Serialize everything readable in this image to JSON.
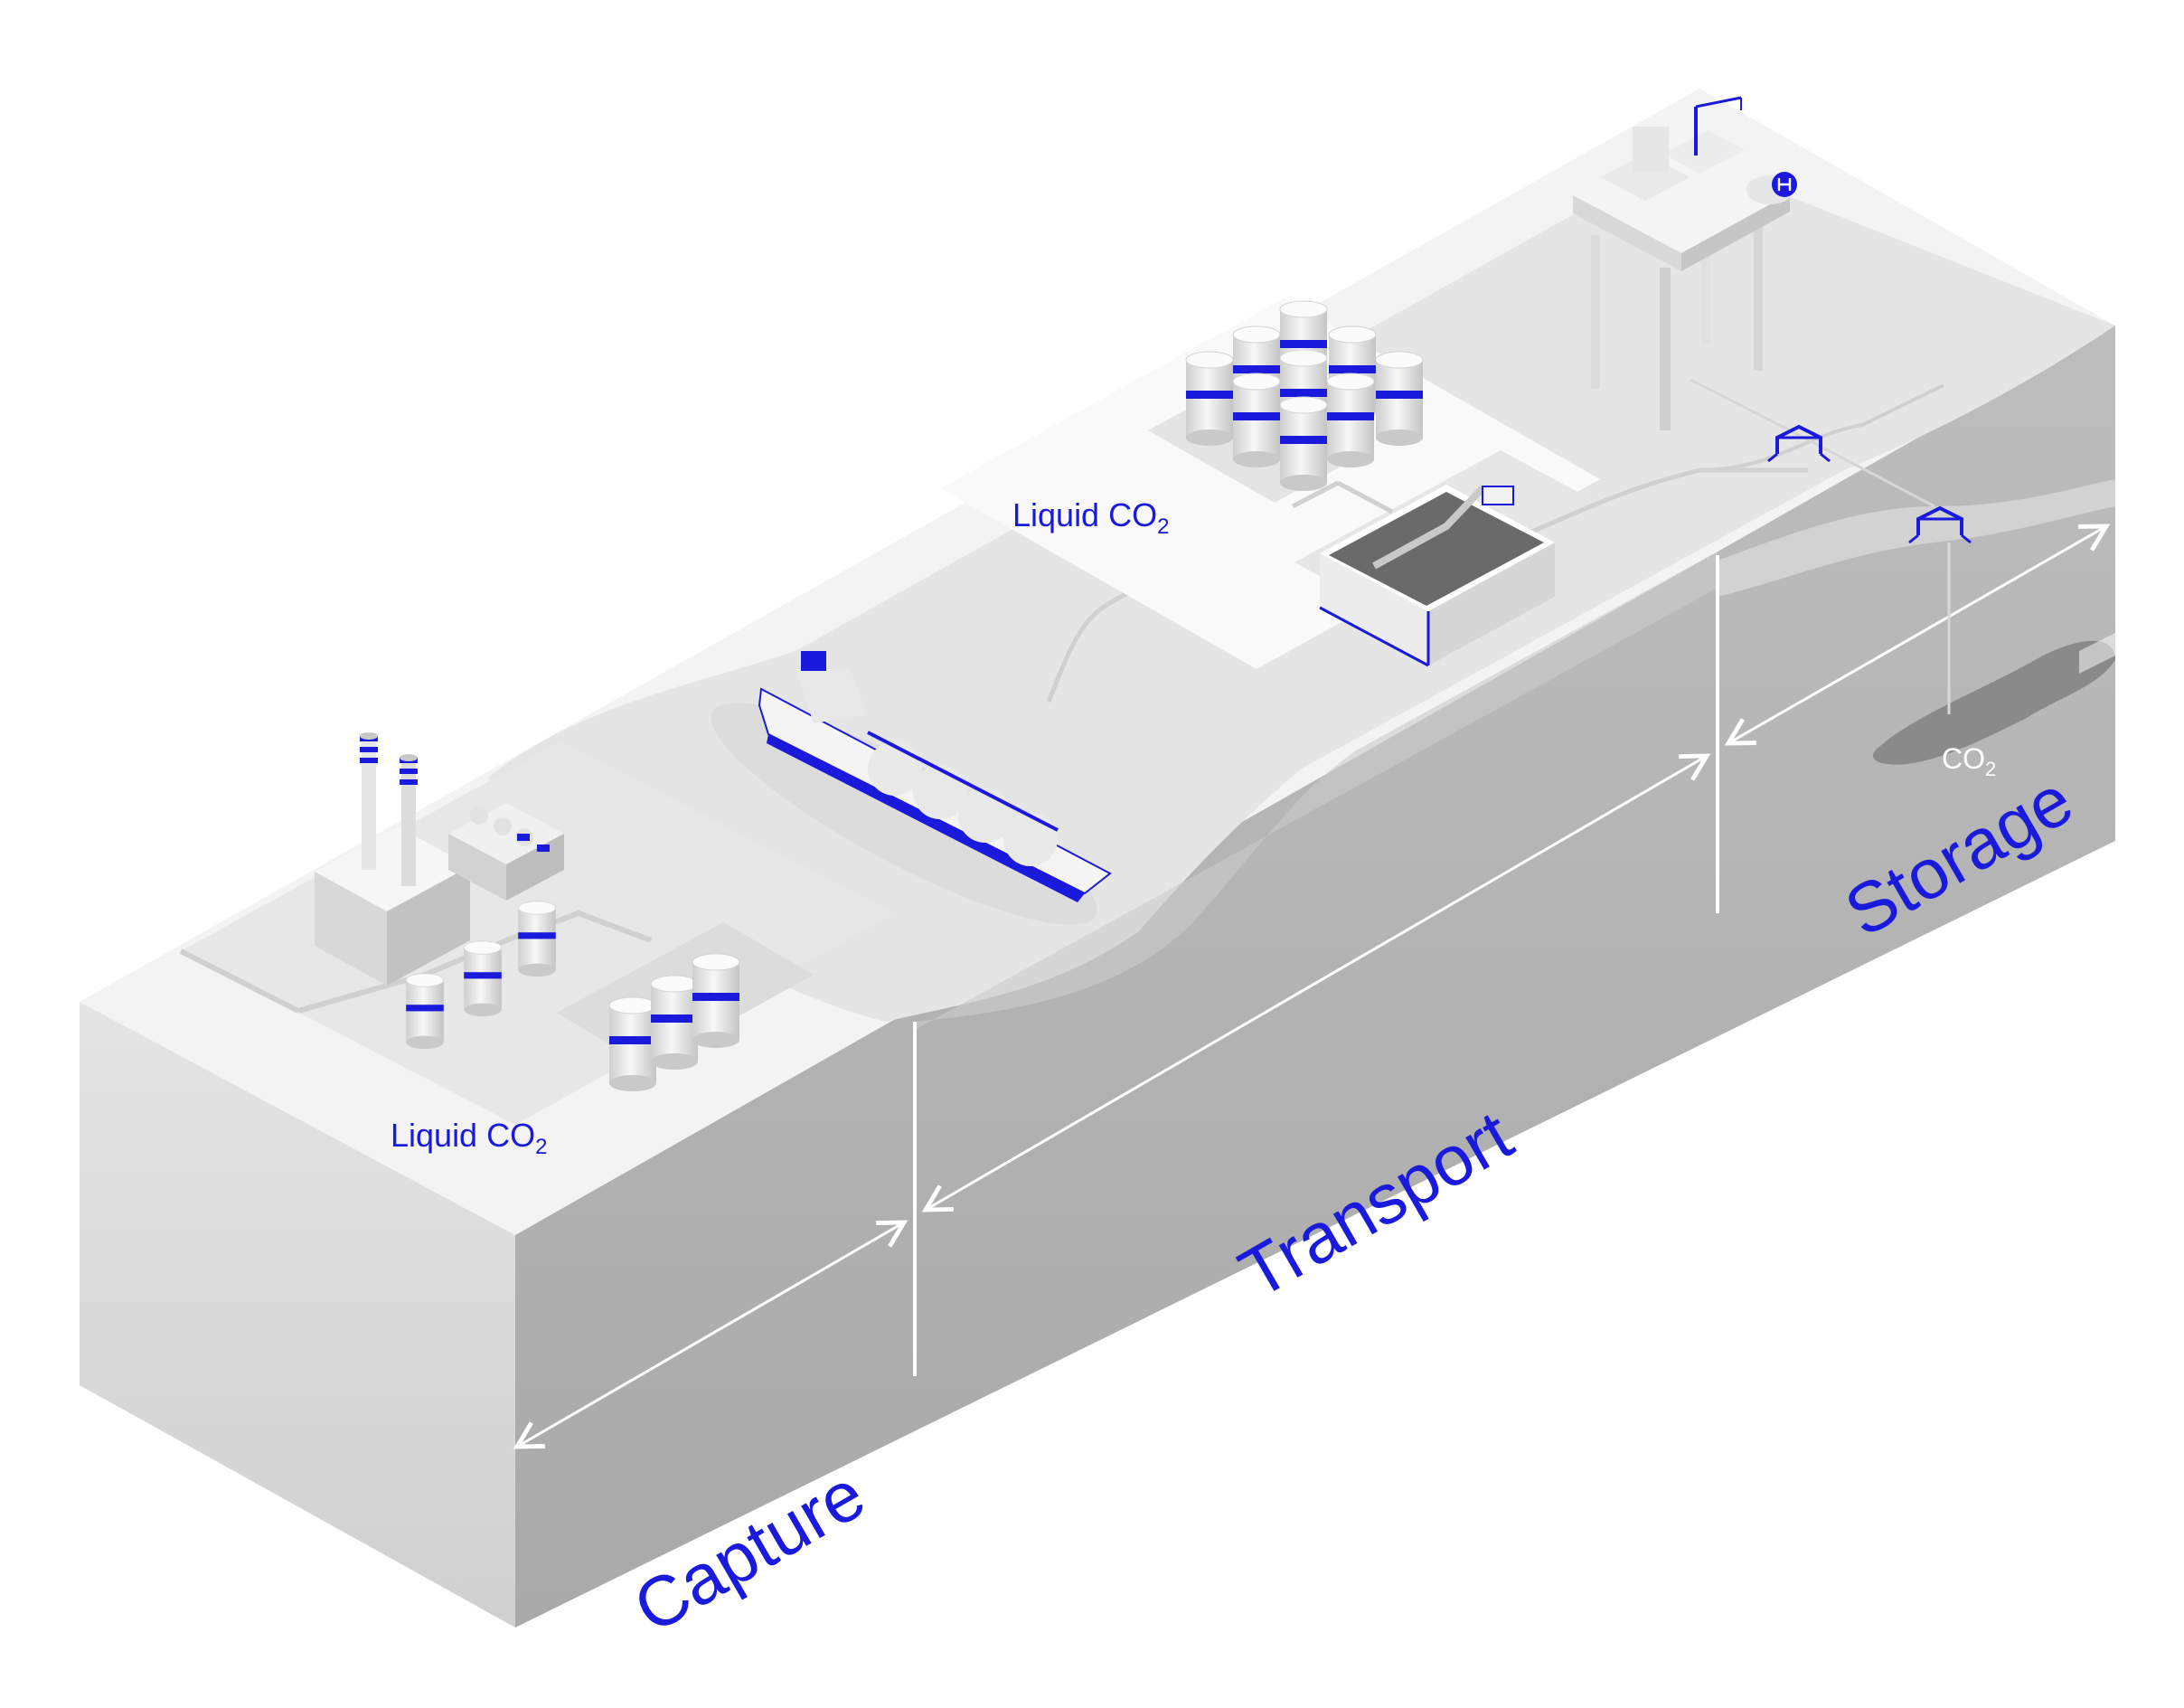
{
  "labels": {
    "liquid_co2_capture": "Liquid CO",
    "liquid_co2_transport": "Liquid CO",
    "co2_reservoir": "CO",
    "subscript_2": "2"
  },
  "stages": {
    "capture": "Capture",
    "transport": "Transport",
    "storage": "Storage"
  },
  "colors": {
    "accent_blue": "#1a1adc",
    "block_top": "#f4f4f4",
    "block_front": "#dcdcdc",
    "block_side": "#b4b4b4",
    "sea": "#e6e6e6",
    "reservoir": "#8a8a8a"
  },
  "icons": {
    "power_plant": "factory-icon",
    "capture_tanks": "storage-tank-icon",
    "ship": "lng-carrier-ship-icon",
    "terminal_tanks": "storage-tank-icon",
    "terminal_building": "warehouse-icon",
    "platform": "offshore-platform-icon",
    "wellheads": "subsea-wellhead-icon"
  }
}
